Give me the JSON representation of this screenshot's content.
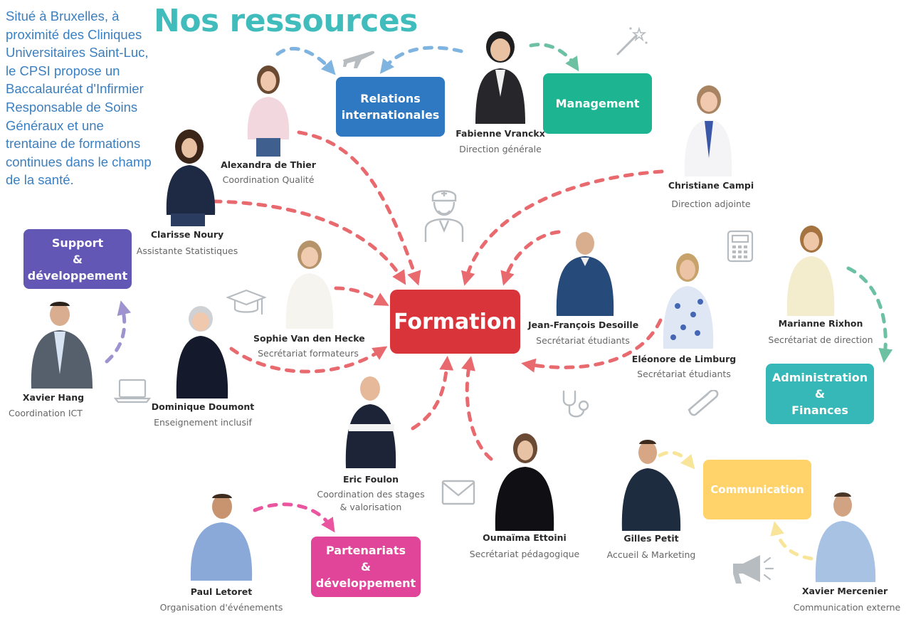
{
  "intro_text": "Situé à Bruxelles, à proximité des Cliniques Universitaires Saint-Luc, le CPSI propose un Baccalauréat d'Infirmier Responsable de Soins Généraux et une trentaine de formations continues dans le champ de la santé.",
  "title": "Nos ressources",
  "boxes": {
    "relations": "Relations\ninternationales",
    "management": "Management",
    "support": "Support\n&\ndéveloppement",
    "formation": "Formation",
    "admin": "Administration\n&\nFinances",
    "communication": "Communication",
    "partenariats": "Partenariats\n&\ndéveloppement"
  },
  "people": [
    {
      "name": "Fabienne Vranckx",
      "role": "Direction  générale"
    },
    {
      "name": "Alexandra de Thier",
      "role": "Coordination Qualité"
    },
    {
      "name": "Christiane Campi",
      "role": "Direction adjointe"
    },
    {
      "name": "Clarisse Noury",
      "role": "Assistante Statistiques"
    },
    {
      "name": "Sophie Van den Hecke",
      "role": "Secrétariat formateurs"
    },
    {
      "name": "Jean-François Desoille",
      "role": "Secrétariat étudiants"
    },
    {
      "name": "Eléonore de Limburg",
      "role": "Secrétariat étudiants"
    },
    {
      "name": "Marianne Rixhon",
      "role": "Secrétariat de direction"
    },
    {
      "name": "Xavier Hang",
      "role": "Coordination ICT"
    },
    {
      "name": "Dominique Doumont",
      "role": "Enseignement inclusif"
    },
    {
      "name": "Eric Foulon",
      "role": "Coordination des stages\n& valorisation"
    },
    {
      "name": "Oumaïma Ettoini",
      "role": "Secrétariat pédagogique"
    },
    {
      "name": "Gilles Petit",
      "role": "Accueil & Marketing"
    },
    {
      "name": "Paul Letoret",
      "role": "Organisation d'événements"
    },
    {
      "name": "Xavier Mercenier",
      "role": "Communication externe"
    }
  ],
  "colors": {
    "title": "#3fbcbb",
    "intro": "#3a7fc1",
    "relations": "#2f78c2",
    "management": "#1db492",
    "support": "#6357b5",
    "formation": "#d9343a",
    "admin": "#36b7b8",
    "communication": "#ffd36a",
    "partenariats": "#e04599",
    "arrow_red": "#e8696e",
    "arrow_blue": "#7fb3e0",
    "arrow_green": "#6cc1a3",
    "arrow_purple": "#9e93cf",
    "arrow_yellow": "#f8e59a",
    "arrow_pink": "#e9559f",
    "icon_gray": "#b7bcc1"
  },
  "icons": [
    "airplane-icon",
    "magic-wand-icon",
    "nurse-icon",
    "graduation-cap-icon",
    "calculator-icon",
    "laptop-icon",
    "stethoscope-icon",
    "paperclip-icon",
    "envelope-icon",
    "megaphone-icon"
  ]
}
